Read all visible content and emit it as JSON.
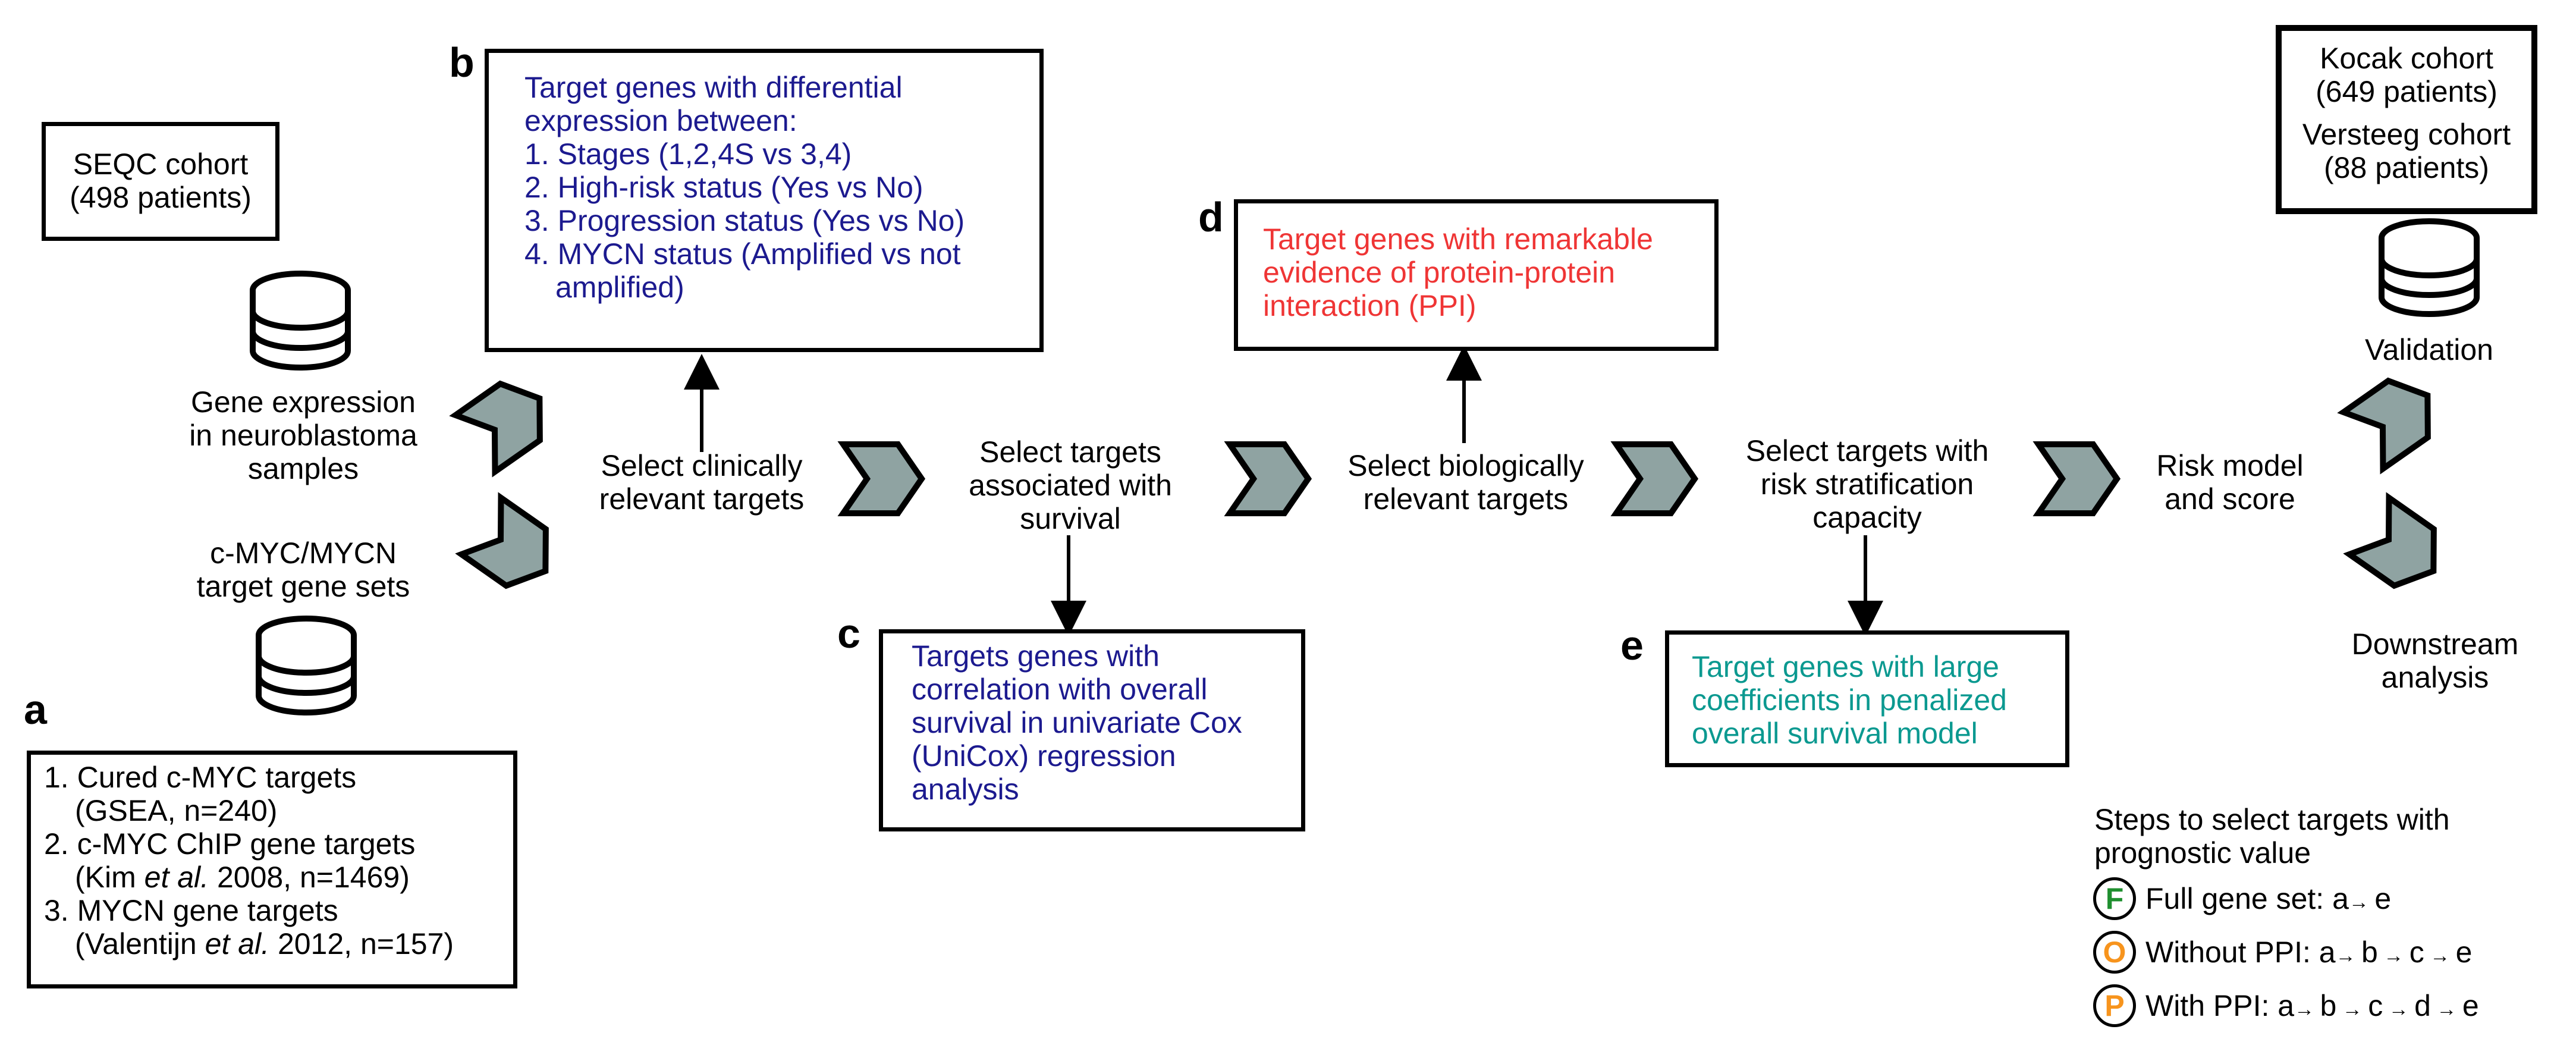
{
  "panel_letters": {
    "a": "a",
    "b": "b",
    "c": "c",
    "d": "d",
    "e": "e"
  },
  "seqc": {
    "line1": "SEQC cohort",
    "line2": "(498 patients)"
  },
  "gene_expression": {
    "line1": "Gene expression",
    "line2": "in neuroblastoma",
    "line3": "samples"
  },
  "gene_sets": {
    "line1": "c-MYC/MYCN",
    "line2": "target gene sets"
  },
  "panel_a": {
    "item1": "1. Cured c-MYC targets",
    "item1b": "(GSEA, n=240)",
    "item2": "2. c-MYC ChIP gene targets",
    "item2b_pre": "(Kim ",
    "item2b_em": "et al.",
    "item2b_post": " 2008, n=1469)",
    "item3": "3. MYCN gene targets",
    "item3b_pre": "(Valentijn ",
    "item3b_em": "et al.",
    "item3b_post": " 2012, n=157)"
  },
  "panel_b": {
    "title1": "Target genes with differential",
    "title2": "expression between:",
    "item1": "1. Stages (1,2,4S vs 3,4)",
    "item2": "2. High-risk status (Yes vs No)",
    "item3": "3. Progression status (Yes vs No)",
    "item4": "4. MYCN status (Amplified vs not",
    "item4b": "amplified)"
  },
  "step1": {
    "line1": "Select clinically",
    "line2": "relevant targets"
  },
  "step2": {
    "line1": "Select targets",
    "line2": "associated with",
    "line3": "survival"
  },
  "panel_c": {
    "line1": "Targets genes with",
    "line2": "correlation with overall",
    "line3": "survival in univariate Cox",
    "line4": "(UniCox) regression",
    "line5": "analysis"
  },
  "panel_d": {
    "line1": "Target genes with remarkable",
    "line2": "evidence of protein-protein",
    "line3": "interaction (PPI)"
  },
  "step3": {
    "line1": "Select biologically",
    "line2": "relevant targets"
  },
  "step4": {
    "line1": "Select targets with",
    "line2": "risk stratification",
    "line3": "capacity"
  },
  "panel_e": {
    "line1": "Target genes with large",
    "line2": "coefficients in penalized",
    "line3": "overall survival model"
  },
  "step5": {
    "line1": "Risk model",
    "line2": "and score"
  },
  "cohorts": {
    "kocak1": "Kocak cohort",
    "kocak2": "(649 patients)",
    "versteeg1": "Versteeg cohort",
    "versteeg2": "(88 patients)"
  },
  "validation": "Validation",
  "downstream": {
    "line1": "Downstream",
    "line2": "analysis"
  },
  "legend": {
    "title1": "Steps to select targets with",
    "title2": "prognostic value",
    "full_badge": "F",
    "full_label": "Full gene set: a",
    "full_path": [
      "e"
    ],
    "o_badge": "O",
    "o_label": "Without PPI: a",
    "o_path": [
      "b",
      "c",
      "e"
    ],
    "p_badge": "P",
    "p_label": "With PPI: a",
    "p_path": [
      "b",
      "c",
      "d",
      "e"
    ]
  },
  "colors": {
    "chevron_fill": "#8fa3a2",
    "panel_b_text": "#1c1a8f",
    "panel_c_text": "#1c1a8f",
    "panel_d_text": "#ef3535",
    "panel_e_text": "#0b9990",
    "badge_f": "#1f8f2f",
    "badge_o": "#f7941d",
    "badge_p": "#f7941d"
  }
}
